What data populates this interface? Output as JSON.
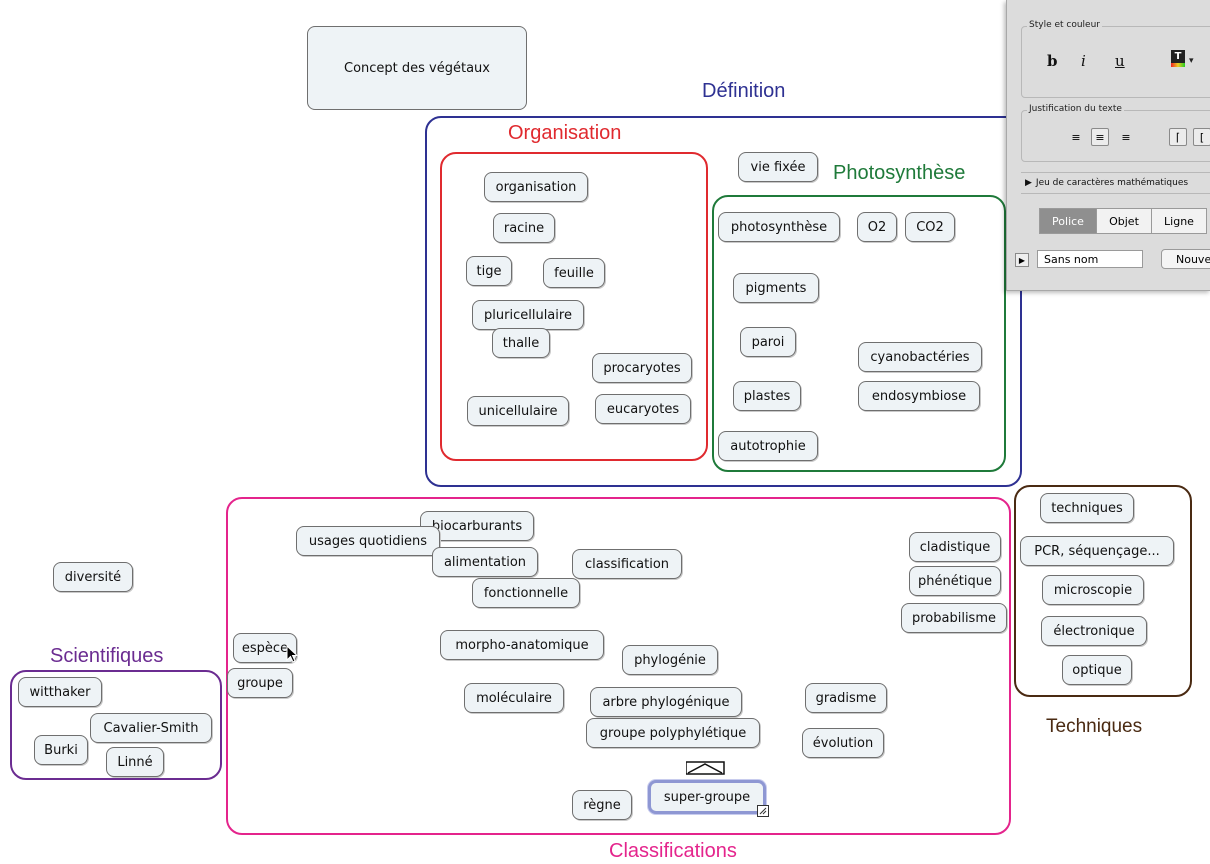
{
  "concept_title": "Concept des végétaux",
  "groups": [
    {
      "id": "definition",
      "label": "Définition",
      "color": "#2e3192"
    },
    {
      "id": "organisation",
      "label": "Organisation",
      "color": "#e02a2f"
    },
    {
      "id": "photosynthese",
      "label": "Photosynthèse",
      "color": "#1f7a3a"
    },
    {
      "id": "classifications",
      "label": "Classifications",
      "color": "#e4248c"
    },
    {
      "id": "techniques",
      "label": "Techniques",
      "color": "#4a2a12"
    },
    {
      "id": "scientifiques",
      "label": "Scientifiques",
      "color": "#6b2c91"
    }
  ],
  "nodes": {
    "organisation": "organisation",
    "racine": "racine",
    "tige": "tige",
    "feuille": "feuille",
    "pluricellulaire": "pluricellulaire",
    "thalle": "thalle",
    "procaryotes": "procaryotes",
    "unicellulaire": "unicellulaire",
    "eucaryotes": "eucaryotes",
    "vie_fixee": "vie fixée",
    "photosynthese": "photosynthèse",
    "o2": "O2",
    "co2": "CO2",
    "pigments": "pigments",
    "paroi": "paroi",
    "cyanobacteries": "cyanobactéries",
    "plastes": "plastes",
    "endosymbiose": "endosymbiose",
    "autotrophie": "autotrophie",
    "biocarburants": "biocarburants",
    "usages_quotidiens": "usages quotidiens",
    "alimentation": "alimentation",
    "classification": "classification",
    "fonctionnelle": "fonctionnelle",
    "cladistique": "cladistique",
    "phenetique": "phénétique",
    "probabilisme": "probabilisme",
    "espece": "espèce",
    "groupe": "groupe",
    "morpho_anatomique": "morpho-anatomique",
    "phylogenie": "phylogénie",
    "moleculaire": "moléculaire",
    "arbre_phylogenique": "arbre phylogénique",
    "gradisme": "gradisme",
    "groupe_polyphyletique": "groupe polyphylétique",
    "evolution": "évolution",
    "regne": "règne",
    "super_groupe": "super-groupe",
    "diversite": "diversité",
    "techniques": "techniques",
    "pcr": "PCR, séquençage...",
    "microscopie": "microscopie",
    "electronique": "électronique",
    "optique": "optique",
    "witthaker": "witthaker",
    "cavalier_smith": "Cavalier-Smith",
    "burki": "Burki",
    "linne": "Linné"
  },
  "palette": {
    "style_legend": "Style et couleur",
    "bold": "b",
    "italic": "i",
    "underline": "u",
    "justification_legend": "Justification du texte",
    "math_chars": "Jeu de caractères mathématiques",
    "tabs": [
      "Police",
      "Objet",
      "Ligne"
    ],
    "name_field_value": "Sans nom",
    "new_button": "Nouve"
  },
  "colors": {
    "node_fill": "#eef3f6",
    "node_border": "#6f6f6f",
    "selection": "#8e97d3"
  },
  "icons": [
    "text-color-icon",
    "align-left-icon",
    "align-center-icon",
    "align-right-icon",
    "cursor-arrow-icon",
    "resize-handle-icon",
    "disclosure-triangle-icon"
  ]
}
